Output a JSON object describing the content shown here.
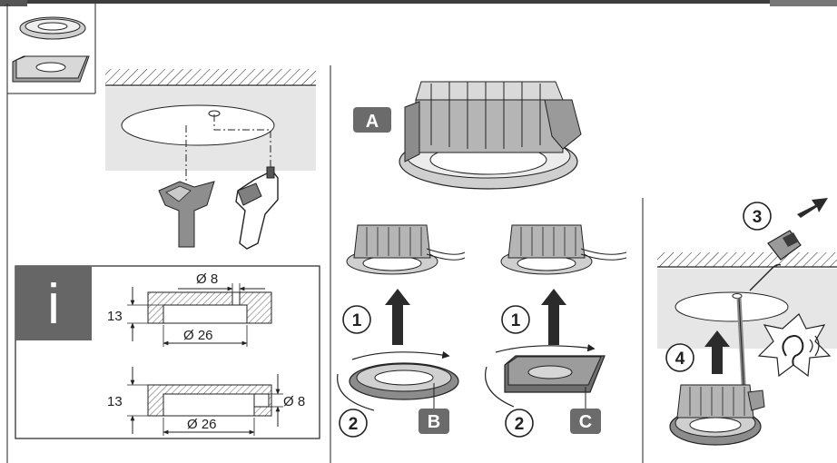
{
  "info_panel": {
    "info_letter": "i",
    "round_hole": {
      "small_diameter": "Ø 8",
      "depth": "13",
      "large_diameter": "Ø 26"
    },
    "square_hole": {
      "depth": "13",
      "large_diameter": "Ø 26",
      "small_diameter": "Ø 8"
    }
  },
  "labels": {
    "module": "A",
    "round_ring": "B",
    "square_ring": "C"
  },
  "steps": {
    "lift_round": "1",
    "lift_square": "1",
    "turn_round": "2",
    "turn_square": "2",
    "pull_cable": "3",
    "insert": "4"
  },
  "colors": {
    "line": "#1a1a1a",
    "ceiling_fill": "#e6e6e6",
    "label_box": "#6b6b6b",
    "info_box": "#666666",
    "ring_fill": "#8c8c8c",
    "housing_fill": "#b5b5b5"
  }
}
